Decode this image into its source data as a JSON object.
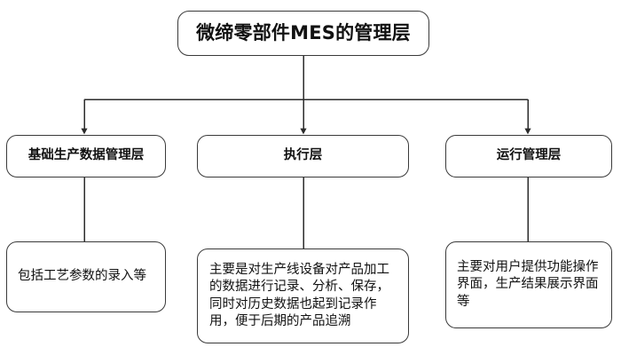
{
  "diagram": {
    "title_node": {
      "label": "微缔零部件MES的管理层"
    },
    "layers": [
      {
        "id": "basic",
        "label": "基础生产数据管理层",
        "description": "包括工艺参数的录入等"
      },
      {
        "id": "exec",
        "label": "执行层",
        "description": "主要是对生产线设备对产品加工的数据进行记录、分析、保存，同时对历史数据也起到记录作用，便于后期的产品追溯"
      },
      {
        "id": "ops",
        "label": "运行管理层",
        "description": "主要对用户提供功能操作界面，生产结果展示界面等"
      }
    ],
    "colors": {
      "background": "#ffffff",
      "node_fill": "#ffffff",
      "node_border": "#3a3a3a",
      "connector": "#2b2b2b",
      "text": "#111111"
    }
  }
}
